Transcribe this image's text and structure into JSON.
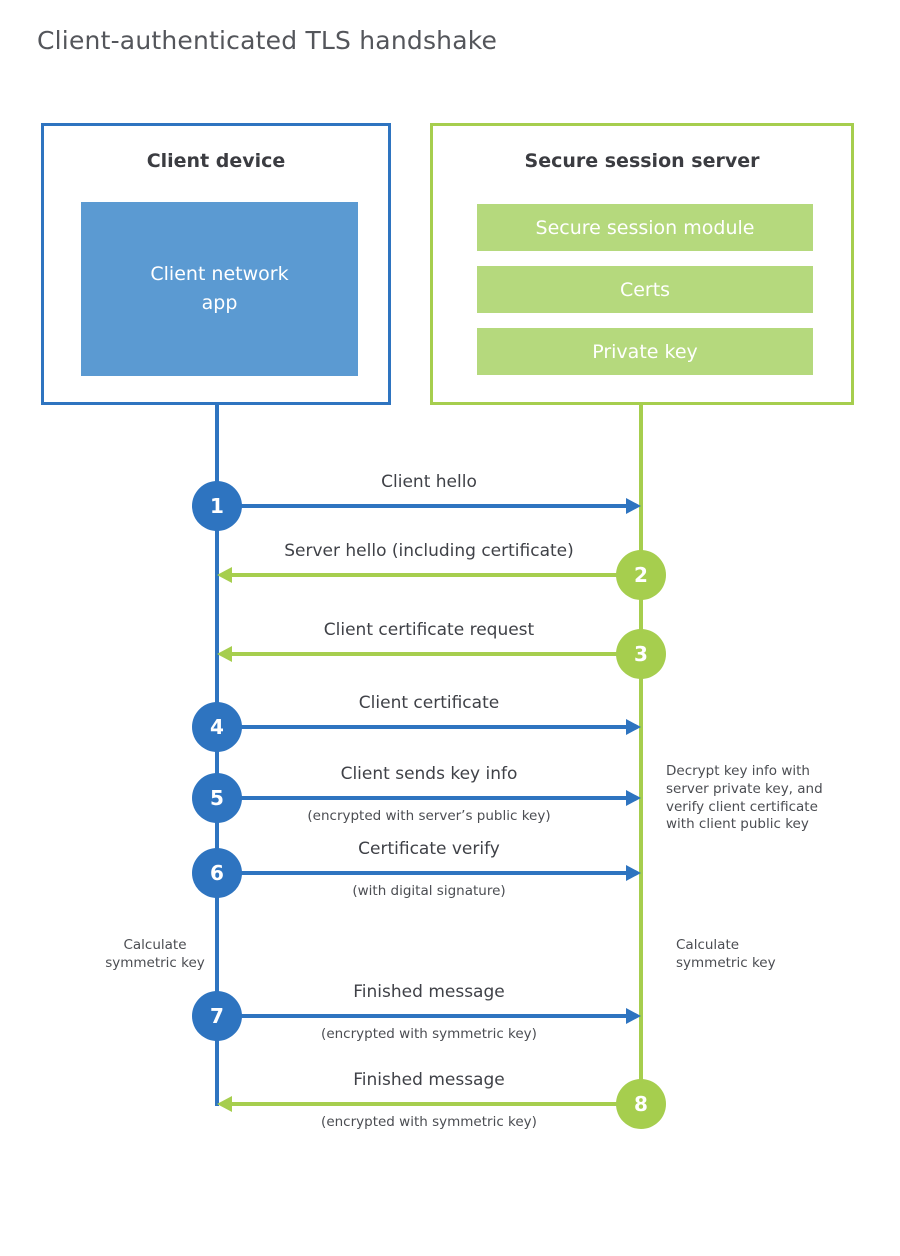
{
  "page": {
    "title": "Client-authenticated TLS handshake"
  },
  "client_box": {
    "title": "Client device",
    "app_label": "Client network app"
  },
  "server_box": {
    "title": "Secure session server",
    "modules": [
      "Secure session module",
      "Certs",
      "Private key"
    ]
  },
  "steps": [
    {
      "number": "1",
      "label": "Client hello",
      "from": "client",
      "to": "server"
    },
    {
      "number": "2",
      "label": "Server hello (including certificate)",
      "from": "server",
      "to": "client"
    },
    {
      "number": "3",
      "label": "Client certificate request",
      "from": "server",
      "to": "client"
    },
    {
      "number": "4",
      "label": "Client certificate",
      "from": "client",
      "to": "server"
    },
    {
      "number": "5",
      "label": "Client sends key info",
      "sublabel": "(encrypted with server’s public key)",
      "from": "client",
      "to": "server"
    },
    {
      "number": "6",
      "label": "Certificate verify",
      "sublabel": "(with digital signature)",
      "from": "client",
      "to": "server"
    },
    {
      "number": "7",
      "label": "Finished message",
      "sublabel": "(encrypted with symmetric key)",
      "from": "client",
      "to": "server"
    },
    {
      "number": "8",
      "label": "Finished message",
      "sublabel": "(encrypted with symmetric key)",
      "from": "server",
      "to": "client"
    }
  ],
  "notes": {
    "decrypt_note": "Decrypt key info with server private key, and verify client certificate with client public key",
    "calculate_left": "Calculate symmetric key",
    "calculate_right": "Calculate symmetric key"
  },
  "colors": {
    "blue": "#2e74c0",
    "blue-fill": "#5b9ad2",
    "green": "#a6ce4e",
    "green-fill": "#b5d97d",
    "title-gray": "#54565b",
    "text-dark": "#3f4147"
  }
}
